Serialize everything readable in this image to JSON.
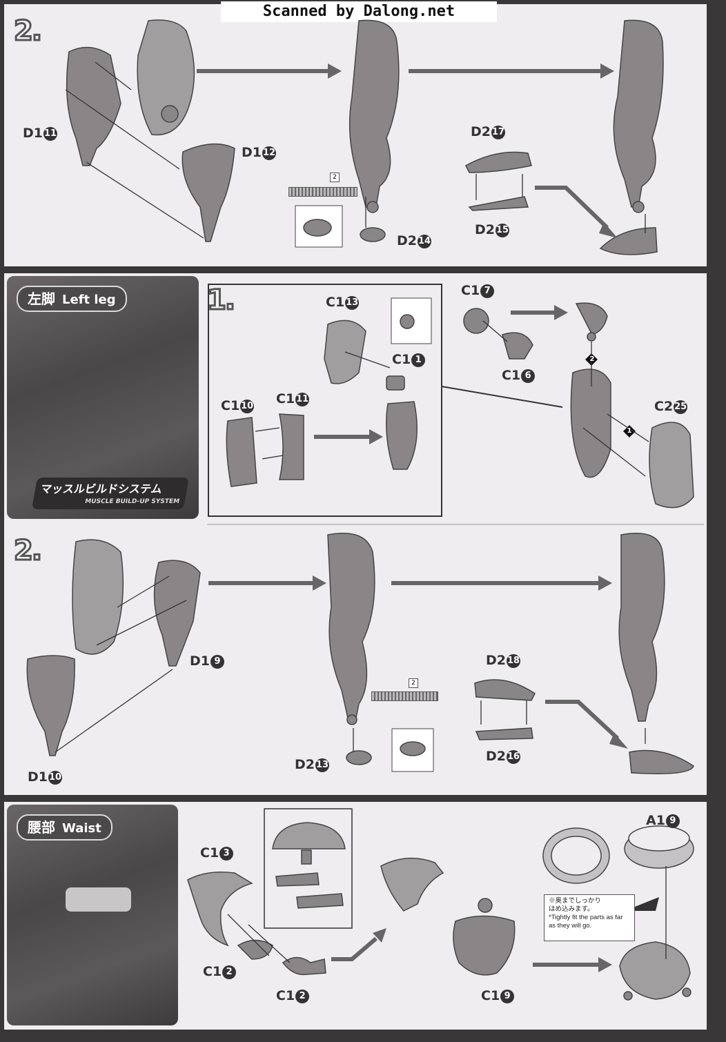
{
  "header": {
    "scanner_credit": "Scanned by Dalong.net"
  },
  "sections": {
    "leg_right_step2": {
      "step": "2.",
      "labels": {
        "d1_11": {
          "code": "D1",
          "num": "11"
        },
        "d1_12": {
          "code": "D1",
          "num": "12"
        },
        "d2_17": {
          "code": "D2",
          "num": "17"
        },
        "d2_15": {
          "code": "D2",
          "num": "15"
        },
        "d2_14": {
          "code": "D2",
          "num": "14"
        }
      },
      "runner_count": "2"
    },
    "left_leg": {
      "title_jp": "左脚",
      "title_en": "Left leg",
      "logo_jp": "マッスルビルドシステム",
      "logo_en": "MUSCLE BUILD-UP SYSTEM",
      "step1": "1.",
      "labels": {
        "c1_13": {
          "code": "C1",
          "num": "13"
        },
        "c1_1": {
          "code": "C1",
          "num": "1"
        },
        "c1_10": {
          "code": "C1",
          "num": "10"
        },
        "c1_11": {
          "code": "C1",
          "num": "11"
        },
        "c1_7": {
          "code": "C1",
          "num": "7"
        },
        "c1_6": {
          "code": "C1",
          "num": "6"
        },
        "c2_25": {
          "code": "C2",
          "num": "25"
        }
      },
      "order_marks": [
        "1",
        "2"
      ],
      "step2": "2.",
      "labels2": {
        "d1_9": {
          "code": "D1",
          "num": "9"
        },
        "d1_10": {
          "code": "D1",
          "num": "10"
        },
        "d2_18": {
          "code": "D2",
          "num": "18"
        },
        "d2_16": {
          "code": "D2",
          "num": "16"
        },
        "d2_13": {
          "code": "D2",
          "num": "13"
        }
      },
      "runner_count": "2"
    },
    "waist": {
      "title_jp": "腰部",
      "title_en": "Waist",
      "labels": {
        "c1_3": {
          "code": "C1",
          "num": "3"
        },
        "c1_2a": {
          "code": "C1",
          "num": "2"
        },
        "c1_2b": {
          "code": "C1",
          "num": "2"
        },
        "c1_9": {
          "code": "C1",
          "num": "9"
        },
        "a1_9": {
          "code": "A1",
          "num": "9"
        }
      },
      "note_jp_1": "※奥までしっかり",
      "note_jp_2": "はめ込みます。",
      "note_en": "*Tightly fit the parts as far as they will go."
    }
  },
  "colors": {
    "background": "#3a3738",
    "panel": "#efedef",
    "part": "#8a8688"
  }
}
